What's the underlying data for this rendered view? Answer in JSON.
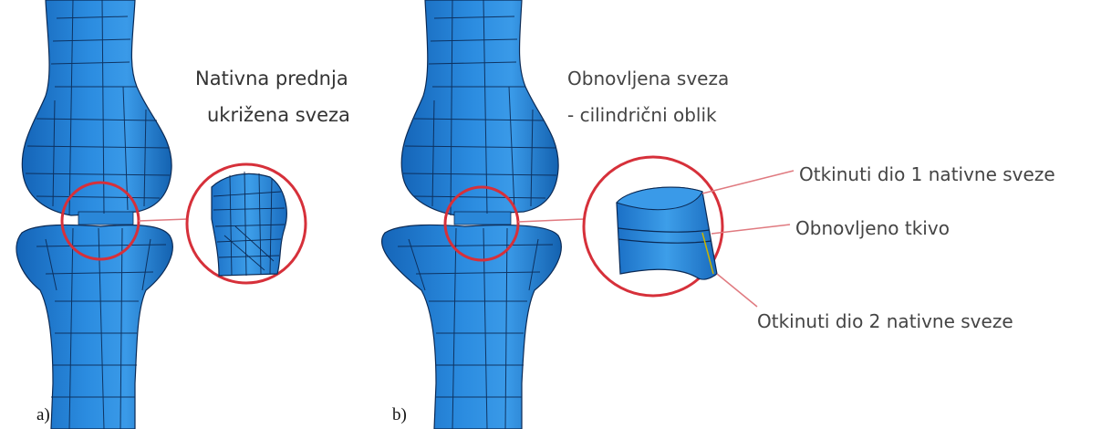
{
  "panel_a": {
    "tag": "a)",
    "label_line1": "Nativna prednja",
    "label_line2": "ukrižena sveza"
  },
  "panel_b": {
    "tag": "b)",
    "label_line1": "Obnovljena sveza",
    "label_line2": "- cilindrični oblik",
    "callout_top": "Otkinuti dio 1 nativne sveze",
    "callout_mid": "Obnovljeno tkivo",
    "callout_bottom": "Otkinuti dio 2 nativne sveze"
  },
  "colors": {
    "bone": "#1f7fd6",
    "bone_light": "#4ca6ee",
    "mesh": "#0b2a55",
    "highlight_circle": "#d6303a",
    "leader_line": "#e07a80"
  }
}
